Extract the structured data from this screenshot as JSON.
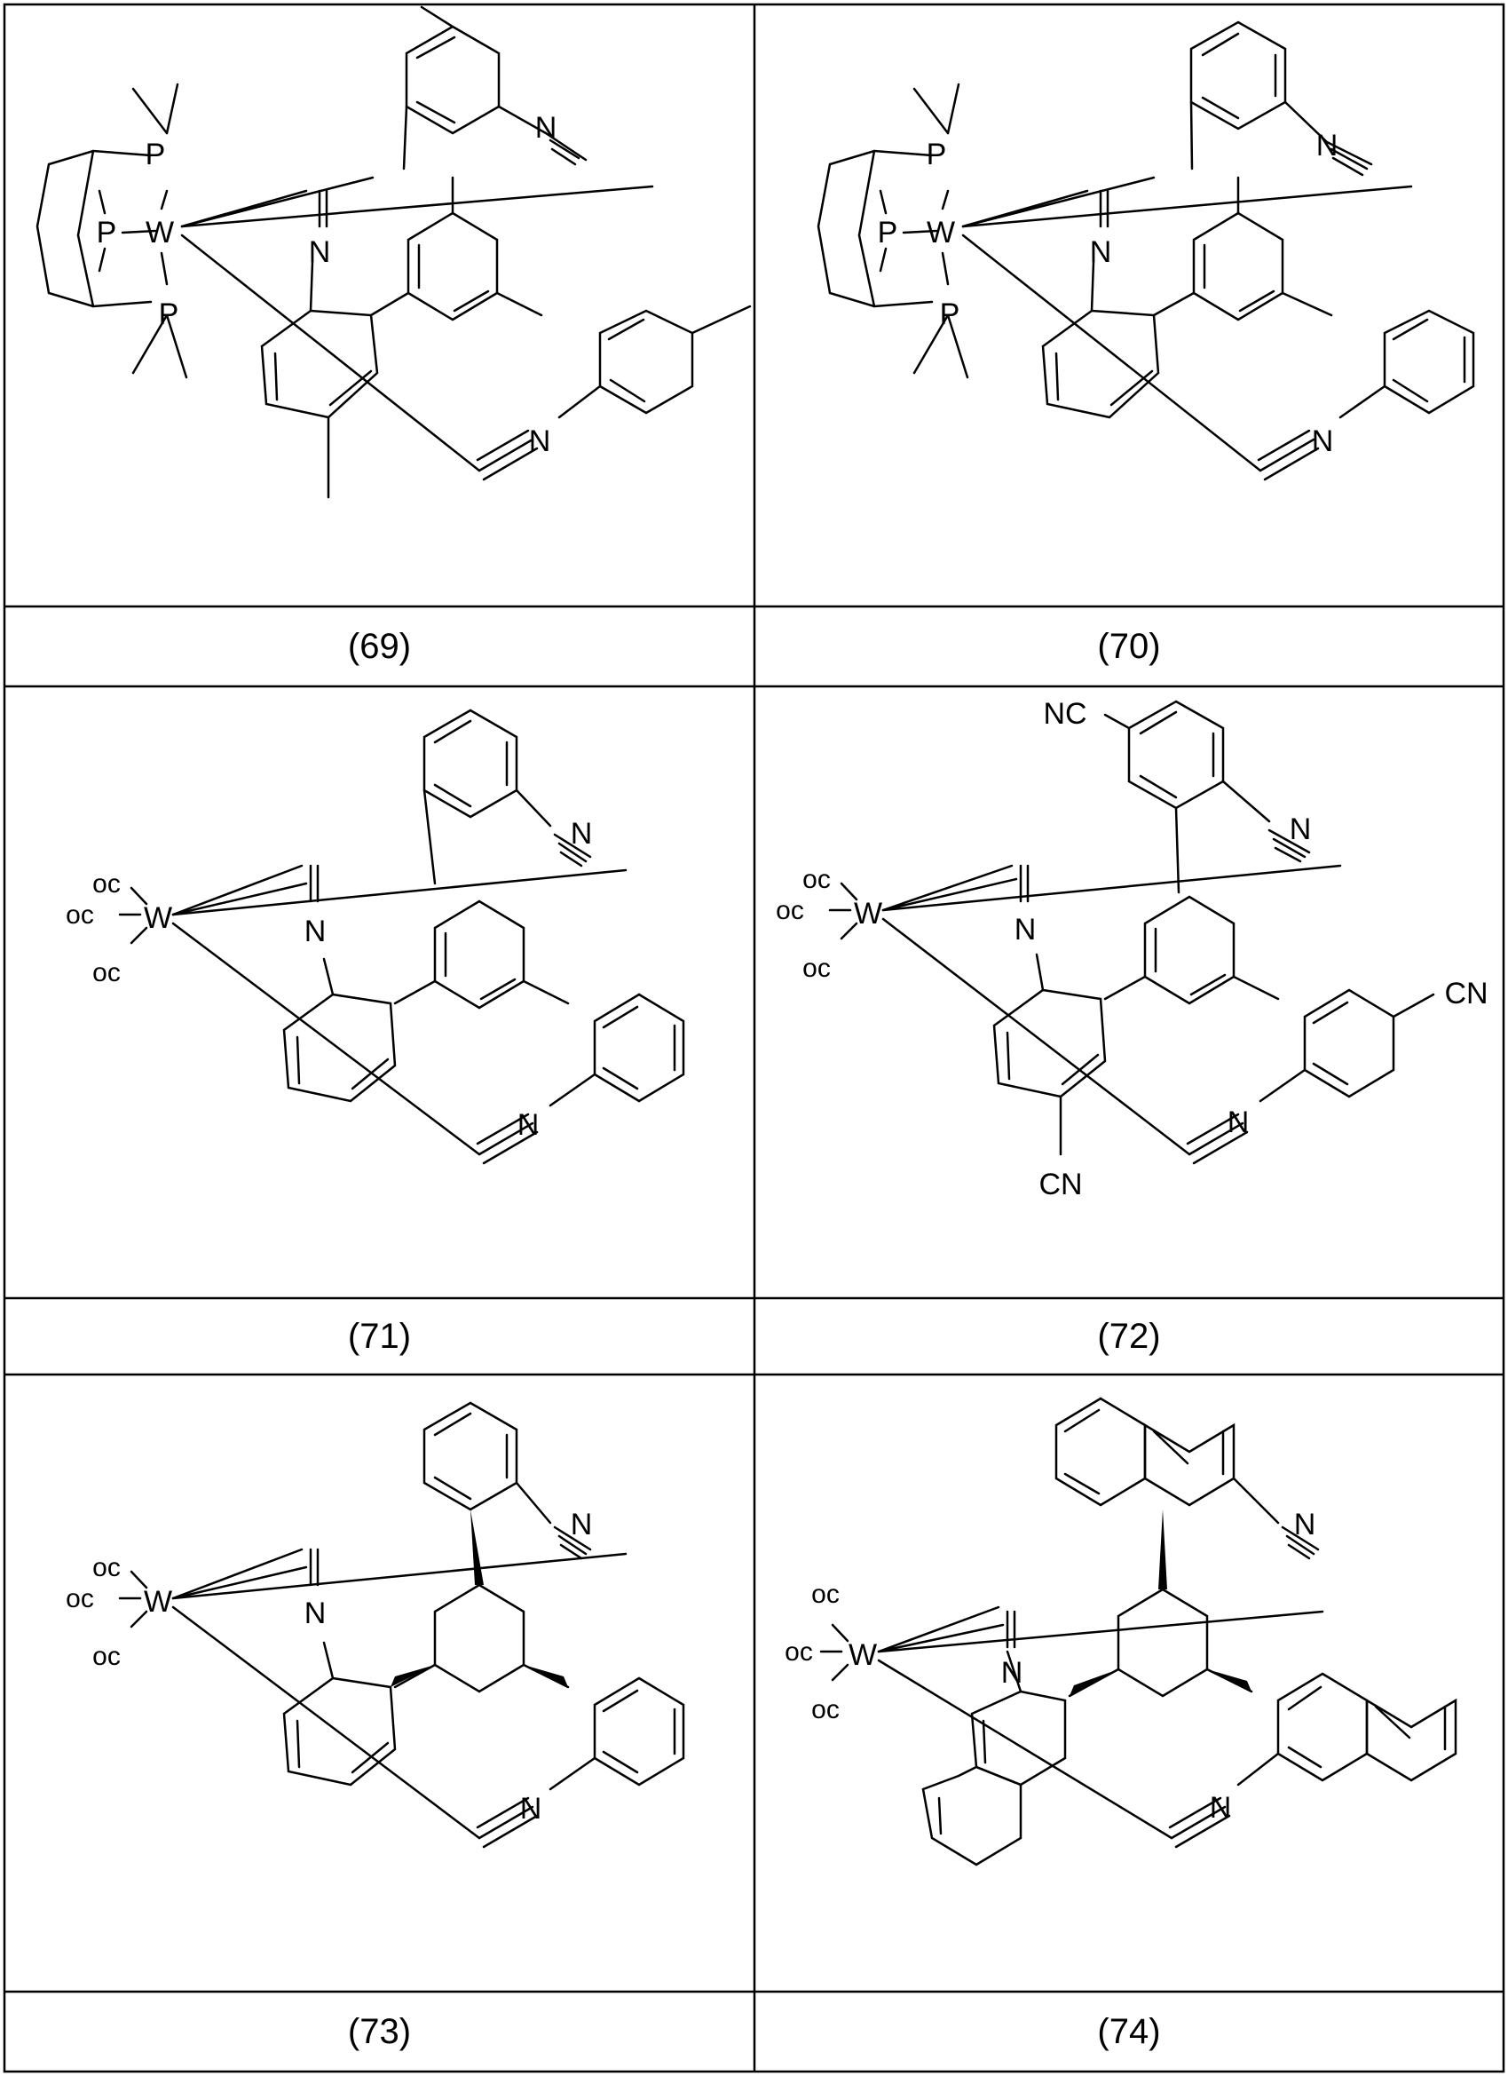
{
  "table": {
    "compounds": [
      {
        "number": "(69)",
        "metal": "W",
        "phosphorus": [
          "P",
          "P",
          "P"
        ],
        "nitriles": [
          "N",
          "N",
          "N"
        ]
      },
      {
        "number": "(70)",
        "metal": "W",
        "phosphorus": [
          "P",
          "P",
          "P"
        ],
        "nitriles": [
          "N",
          "N",
          "N"
        ]
      },
      {
        "number": "(71)",
        "metal": "W",
        "carbonyls": [
          "oc",
          "oc",
          "oc"
        ],
        "nitriles": [
          "N",
          "N",
          "N"
        ]
      },
      {
        "number": "(72)",
        "metal": "W",
        "carbonyls": [
          "oc",
          "oc",
          "oc"
        ],
        "nitriles": [
          "N",
          "N",
          "N"
        ],
        "cyano_groups": [
          "NC",
          "CN",
          "CN"
        ]
      },
      {
        "number": "(73)",
        "metal": "W",
        "carbonyls": [
          "oc",
          "oc",
          "oc"
        ],
        "nitriles": [
          "N",
          "N",
          "N"
        ]
      },
      {
        "number": "(74)",
        "metal": "W",
        "carbonyls": [
          "oc",
          "oc",
          "oc"
        ],
        "nitriles": [
          "N",
          "N",
          "N"
        ]
      }
    ]
  }
}
